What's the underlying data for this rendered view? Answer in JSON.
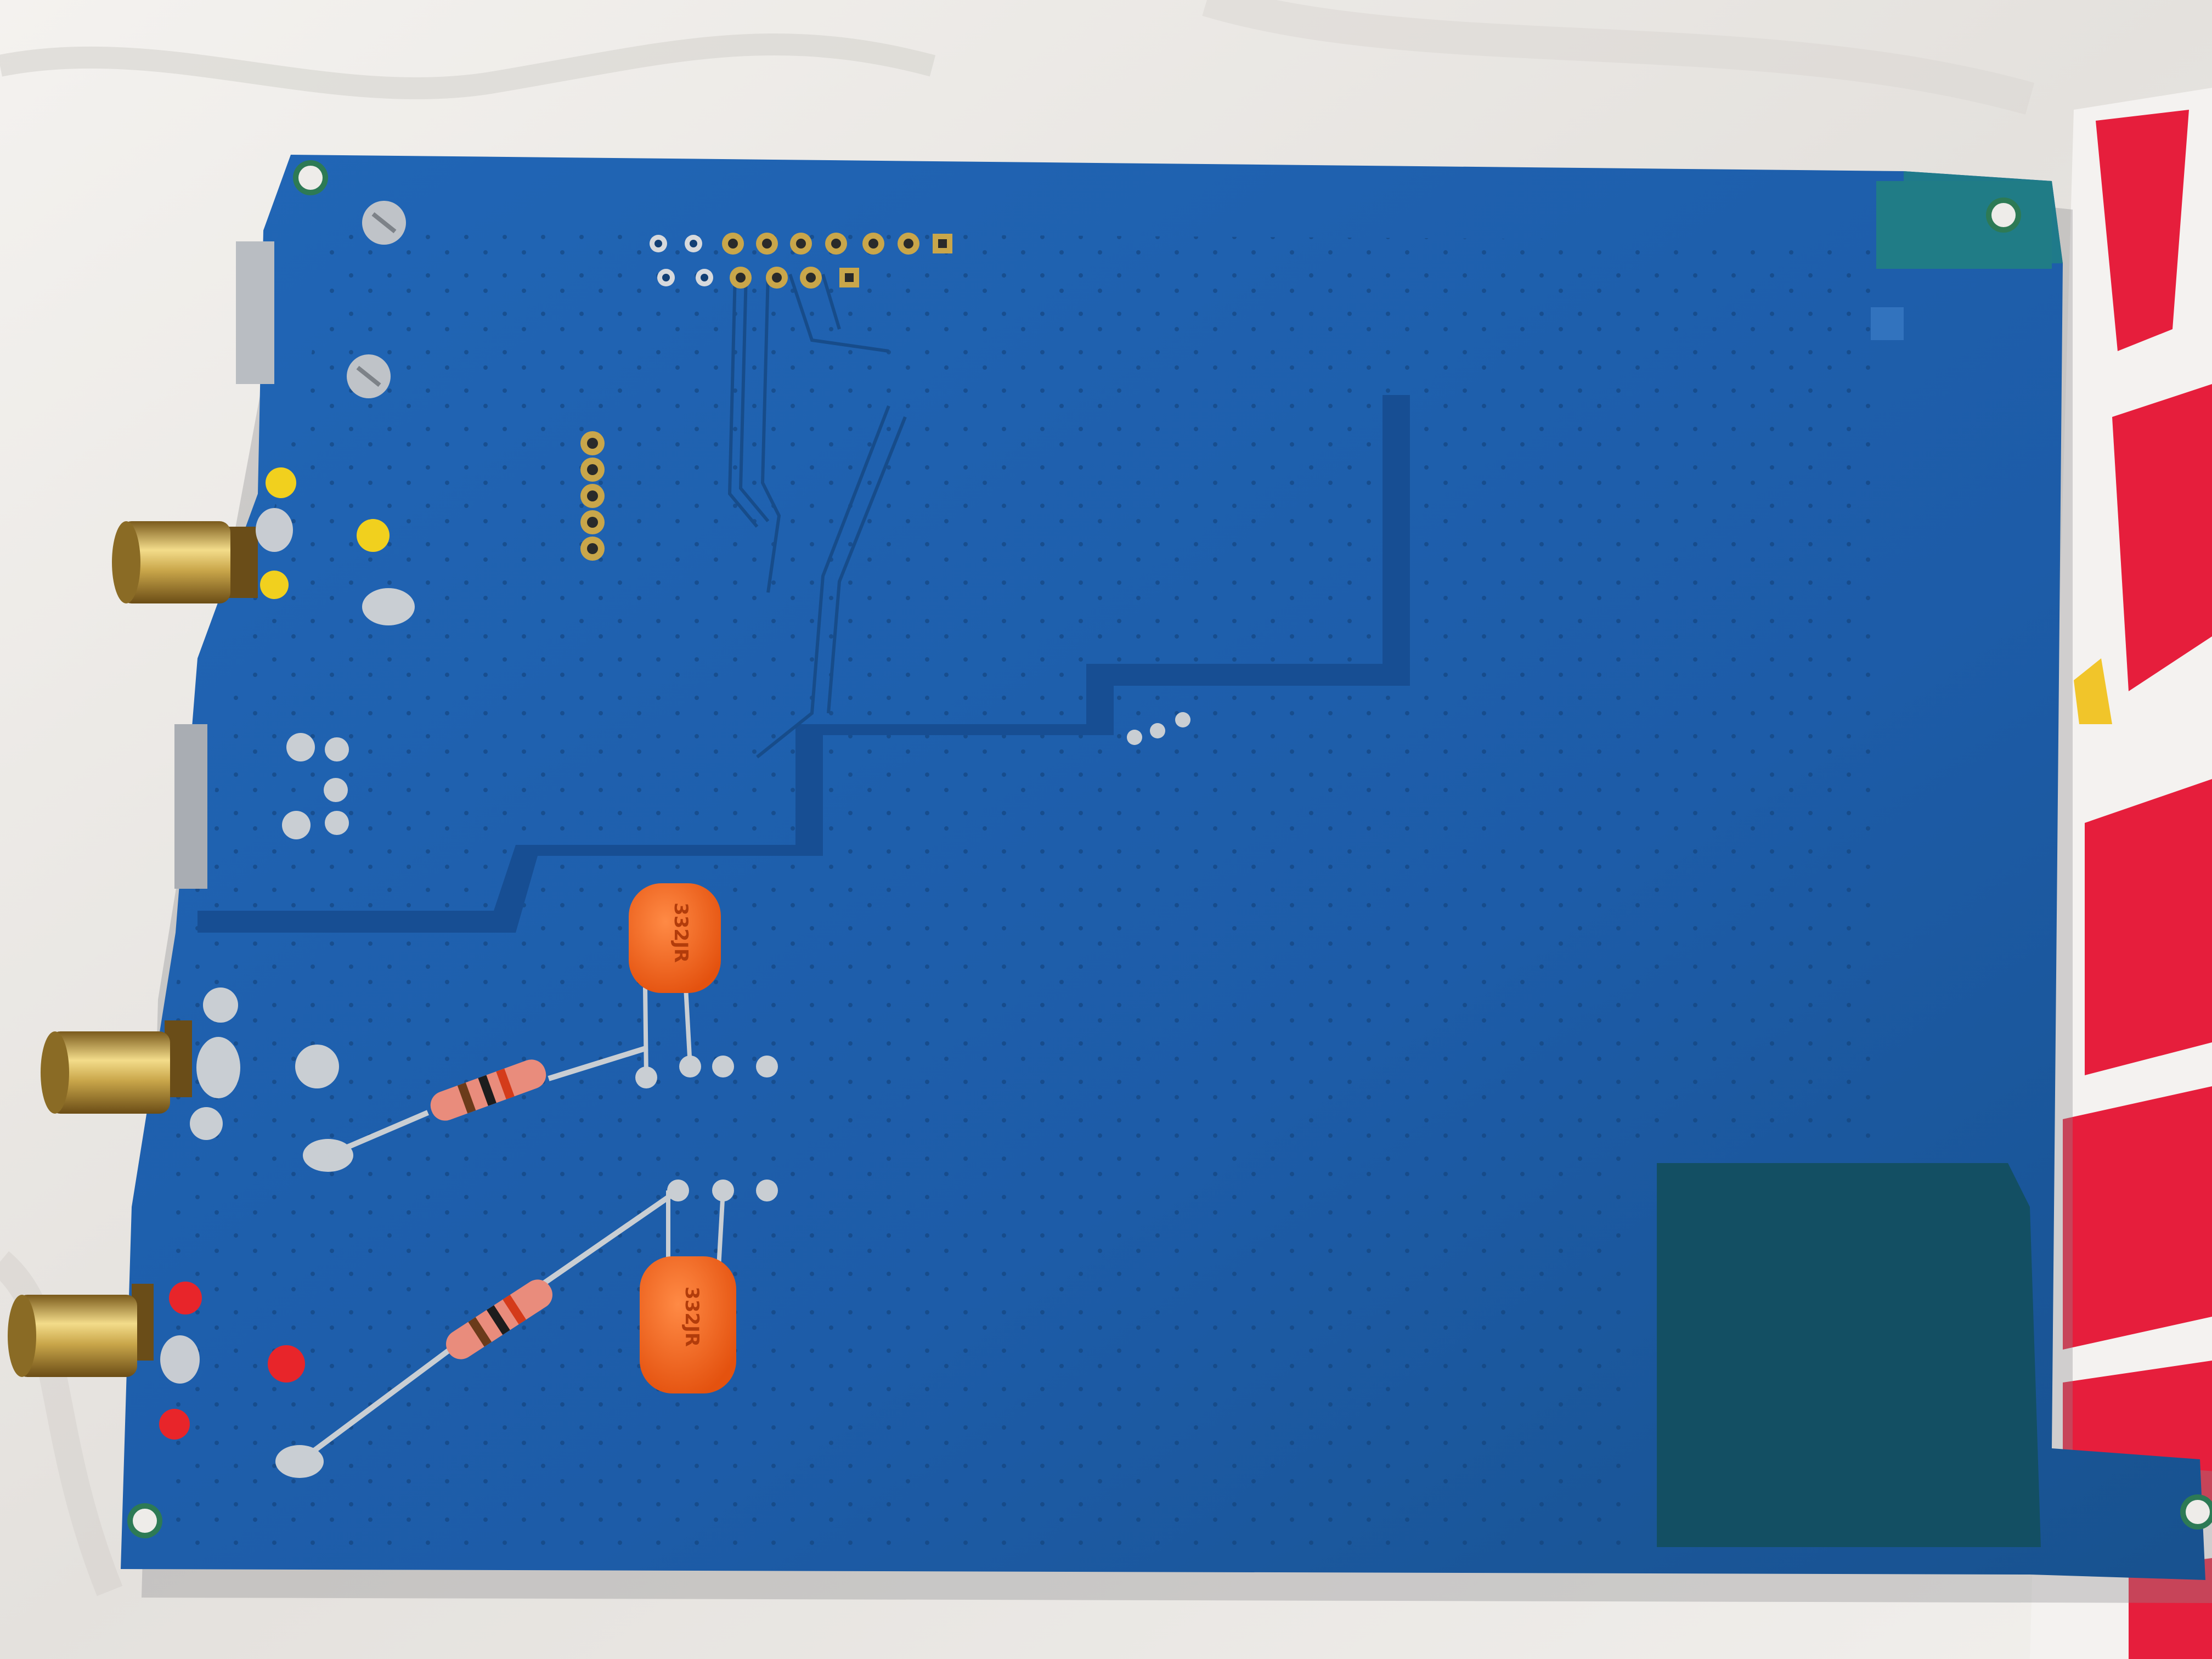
{
  "scene": {
    "subject": "blue-pcb-underside",
    "colors": {
      "board": "#1e5fae",
      "board_dark": "#17528f",
      "ground_pour": "#124f66",
      "solder_mask_edge": "#1f7a8a",
      "capacitor": "#f0621a",
      "rca_gold": "#c9a64a",
      "solder": "#c9ced3",
      "red_marker": "#e8252a",
      "yellow_marker": "#f1d01e",
      "resistor_body": "#e98c7c",
      "fabric": "#eeece9",
      "bag_red": "#e61e3c"
    }
  },
  "capacitors": [
    {
      "marking": "332JR"
    },
    {
      "marking": "332JR"
    }
  ]
}
